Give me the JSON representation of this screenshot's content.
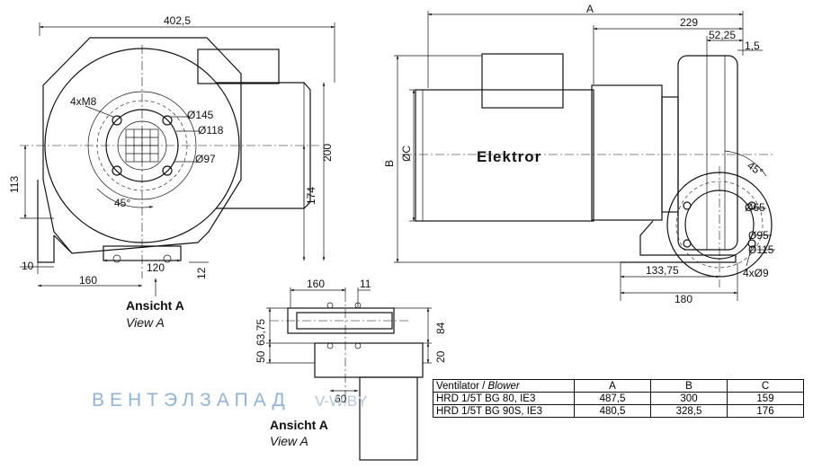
{
  "front_view": {
    "dims": {
      "width_total": "402,5",
      "mount_thread": "4xM8",
      "d_outer": "Ø145",
      "d_mid": "Ø118",
      "d_inner": "Ø97",
      "angle": "45°",
      "height_total": "200",
      "height_174": "174",
      "height_113": "113",
      "foot_10": "10",
      "foot_160": "160",
      "foot_120": "120",
      "foot_12": "12"
    },
    "view_label_de": "Ansicht A",
    "view_label_en": "View A"
  },
  "side_view": {
    "dims": {
      "A": "A",
      "len_229": "229",
      "len_52_25": "52,25",
      "len_1_5": "1,5",
      "B": "B",
      "C": "ØC",
      "d65": "Ø65",
      "d95": "Ø95",
      "d115": "Ø115",
      "holes": "4xØ9",
      "angle": "45°",
      "base_133_75": "133,75",
      "base_180": "180"
    },
    "brand": "Elektror"
  },
  "detail_view": {
    "dims": {
      "w160": "160",
      "w11": "11",
      "h63_75": "63,75",
      "h50": "50",
      "h84": "84",
      "h20": "20",
      "w60": "60"
    },
    "view_label_de": "Ansicht A",
    "view_label_en": "View A"
  },
  "watermark": {
    "text_a": "ВЕНТЭЛЗАПАД",
    "text_b": "V-W.BY"
  },
  "spec_table": {
    "header": {
      "model": "Ventilator / ",
      "model_en": "Blower",
      "a": "A",
      "b": "B",
      "c": "C"
    },
    "rows": [
      {
        "model": "HRD 1/5T BG 80, IE3",
        "a": "487,5",
        "b": "300",
        "c": "159"
      },
      {
        "model": "HRD 1/5T BG 90S, IE3",
        "a": "480,5",
        "b": "328,5",
        "c": "176"
      }
    ]
  }
}
